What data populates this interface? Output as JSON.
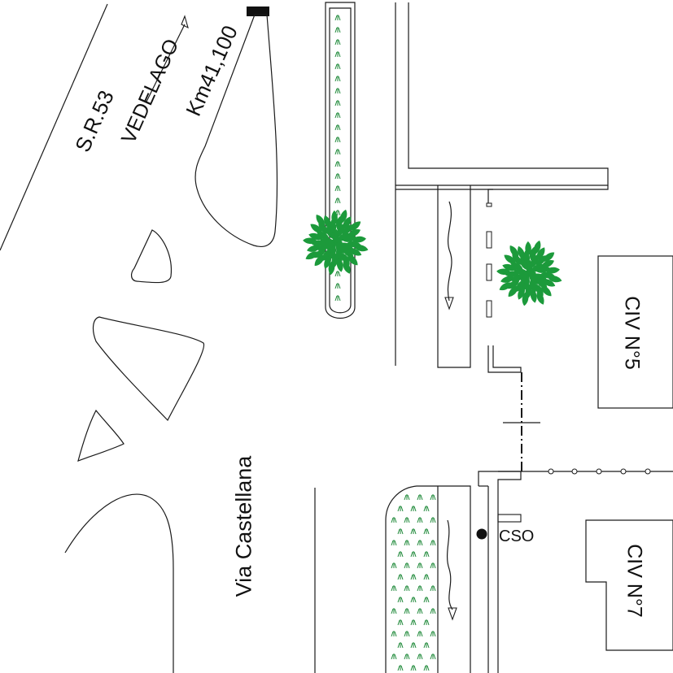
{
  "labels": {
    "road_sr": "S.R.53",
    "direction": "VEDELAGO",
    "km_marker": "Km41,100",
    "street": "Via Castellana",
    "civ5": "CIV N°5",
    "civ7": "CIV N°7",
    "cso": "CSO"
  },
  "colors": {
    "lines": "#1a1a1a",
    "vegetation": "#1f8a3a",
    "tree": "#1c9a3b"
  },
  "icons": {
    "tree": "tree-icon",
    "grass": "grass-tuft-icon",
    "cso_point": "filled-dot-icon",
    "km_marker": "marker-block-icon",
    "flow_arrow": "wavy-arrow-icon"
  }
}
